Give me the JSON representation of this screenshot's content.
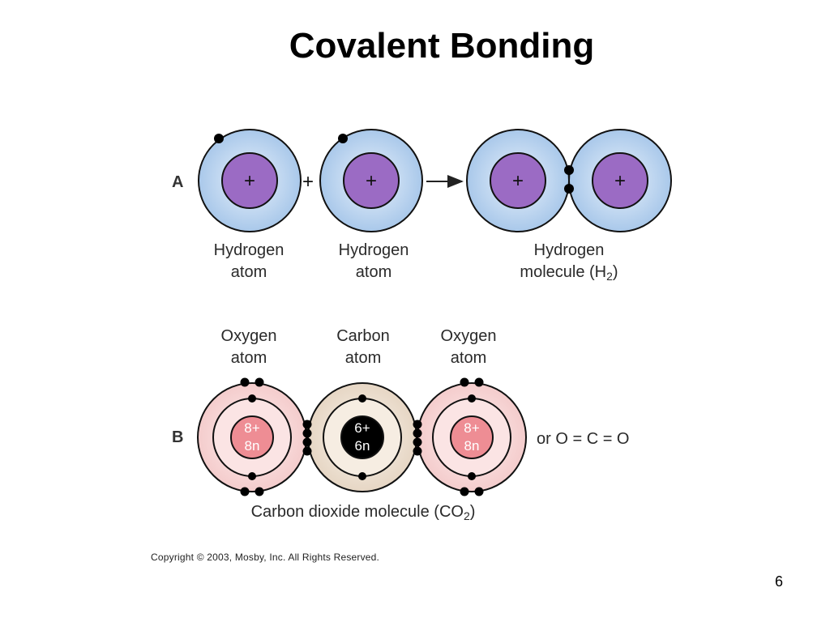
{
  "slide": {
    "title": "Covalent Bonding",
    "copyright": "Copyright © 2003, Mosby, Inc. All Rights Reserved.",
    "page_number": "6"
  },
  "panel_a": {
    "label": "A",
    "plus_sign": "+",
    "atom1": {
      "line1": "Hydrogen",
      "line2": "atom",
      "nucleus": "+"
    },
    "atom2": {
      "line1": "Hydrogen",
      "line2": "atom",
      "nucleus": "+"
    },
    "molecule": {
      "line1": "Hydrogen",
      "line2": "molecule (H",
      "subscript": "2",
      "line2_end": ")",
      "nucleus": "+"
    }
  },
  "panel_b": {
    "label": "B",
    "oxygen_left": {
      "line1": "Oxygen",
      "line2": "atom",
      "charge": "8+",
      "neutrons": "8n"
    },
    "carbon": {
      "line1": "Carbon",
      "line2": "atom",
      "charge": "6+",
      "neutrons": "6n"
    },
    "oxygen_right": {
      "line1": "Oxygen",
      "line2": "atom",
      "charge": "8+",
      "neutrons": "8n"
    },
    "formula": "or O = C = O",
    "caption": "Carbon dioxide molecule (CO",
    "caption_subscript": "2",
    "caption_end": ")"
  },
  "colors": {
    "hydrogen_shell": "#a9c8ea",
    "hydrogen_nucleus": "#9b6bc4",
    "oxygen_shell": "#f6d4d4",
    "oxygen_nucleus": "#ee8d94",
    "carbon_shell": "#ecdfd0",
    "carbon_nucleus": "#000000",
    "electron": "#000000"
  }
}
